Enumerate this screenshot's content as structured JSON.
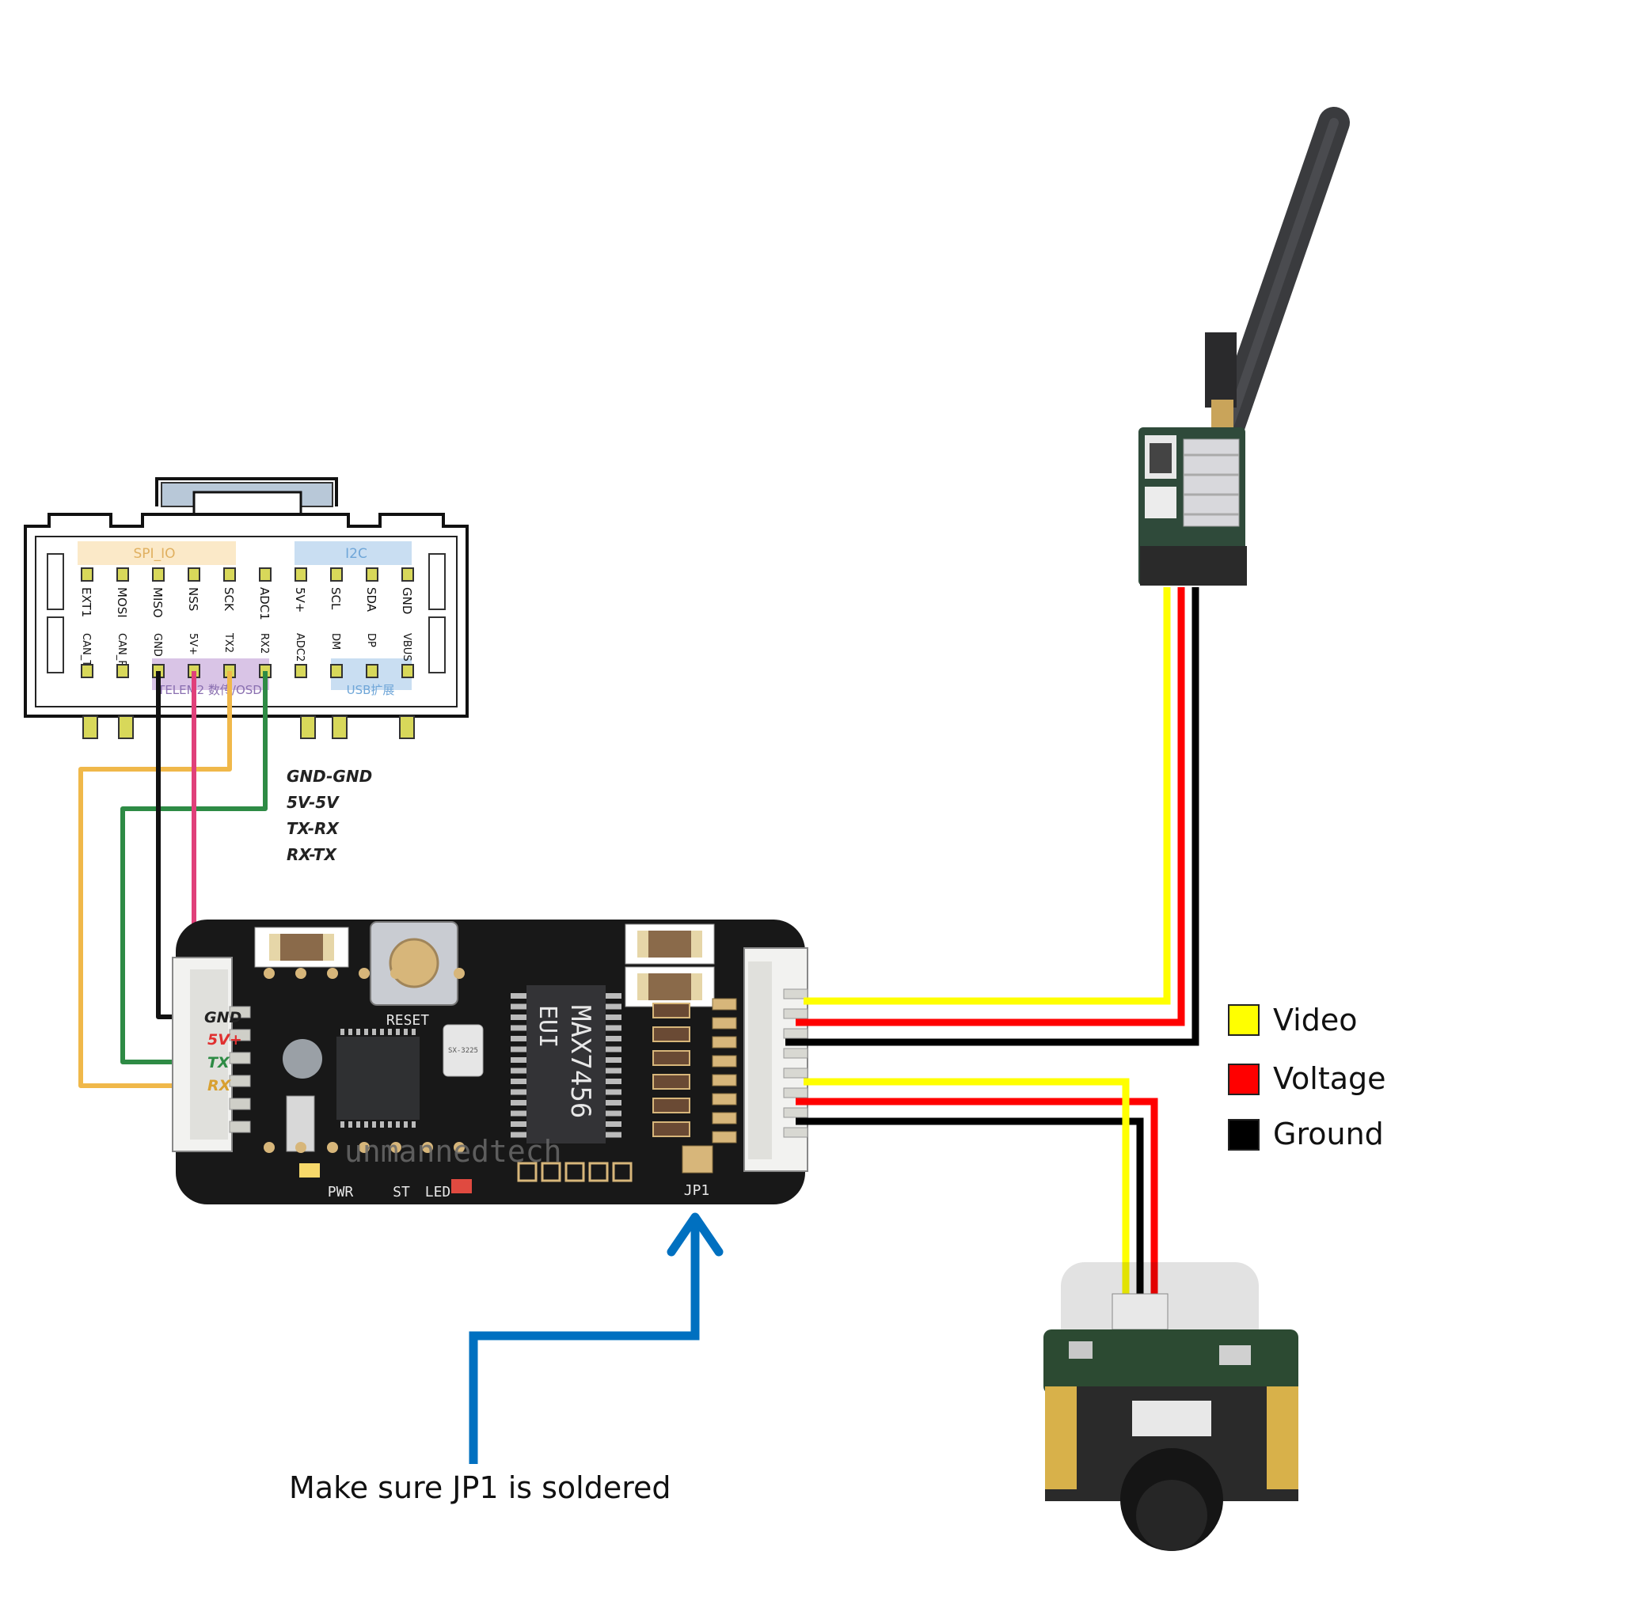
{
  "fc_connector": {
    "group_spi": "SPI_IO",
    "group_i2c": "I2C",
    "group_telem": "TELEM2 数传/OSD",
    "group_usb": "USB扩展",
    "top_pins": [
      "EXT1",
      "MOSI",
      "MISO",
      "NSS",
      "SCK",
      "ADC1",
      "5V+",
      "SCL",
      "SDA",
      "GND"
    ],
    "bottom_pins": [
      "CAN_T",
      "CAN_R",
      "GND",
      "5V+",
      "TX2",
      "RX2",
      "ADC2",
      "DM",
      "DP",
      "VBUS"
    ]
  },
  "wiring_notes": [
    "GND-GND",
    "5V-5V",
    "TX-RX",
    "RX-TX"
  ],
  "osd_board": {
    "chip_label": "MAX7456",
    "chip_sub": "EUI",
    "reset_label": "RESET",
    "brand": "unmannedtech",
    "pwr_label": "PWR",
    "st_label": "ST",
    "led_label": "LED",
    "jp1_label": "JP1",
    "crystal_label": "SX-3225",
    "pin_labels": [
      "GND",
      "5V+",
      "TX",
      "RX"
    ]
  },
  "legend": [
    {
      "label": "Video",
      "color": "#ffff00"
    },
    {
      "label": "Voltage",
      "color": "#ff0000"
    },
    {
      "label": "Ground",
      "color": "#000000"
    }
  ],
  "note": "Make sure JP1 is soldered",
  "wire_colors": {
    "video": "#ffff00",
    "voltage": "#ff0000",
    "ground": "#000000",
    "uart_gnd": "#111111",
    "uart_5v": "#e0407a",
    "uart_tx": "#f0b84a",
    "uart_rx": "#2e8b45",
    "arrow": "#0070c0"
  },
  "icons": [
    "fc-connector-icon",
    "osd-board-icon",
    "video-transmitter-icon",
    "antenna-icon",
    "camera-icon",
    "arrow-icon"
  ]
}
